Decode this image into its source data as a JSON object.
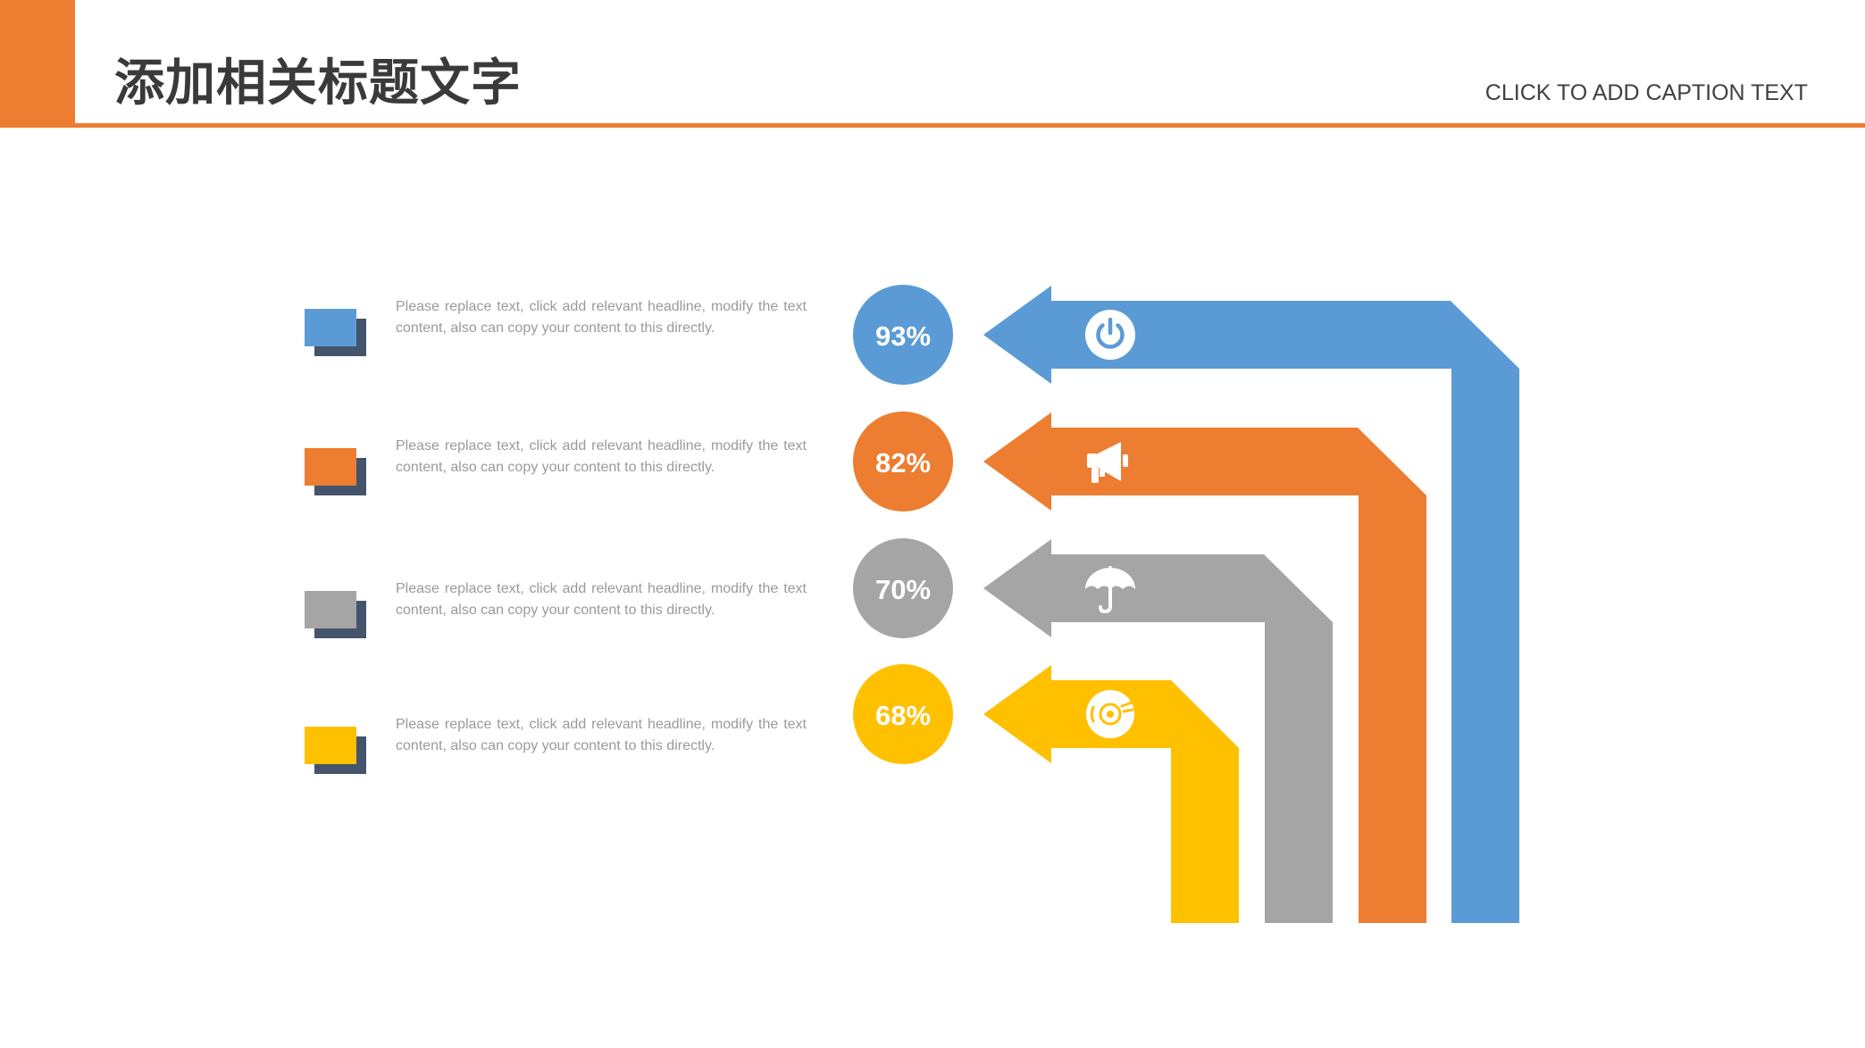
{
  "header": {
    "title": "添加相关标题文字",
    "caption": "CLICK TO ADD CAPTION TEXT",
    "accent_color": "#ED7D31"
  },
  "items": [
    {
      "percent": "93%",
      "color": "#5B9BD5",
      "icon": "power-icon",
      "text": "Please replace text, click add relevant headline, modify the text content, also can copy your content to this directly."
    },
    {
      "percent": "82%",
      "color": "#ED7D31",
      "icon": "megaphone-icon",
      "text": "Please replace text, click add relevant headline, modify the text content, also can copy your content to this directly."
    },
    {
      "percent": "70%",
      "color": "#A5A5A5",
      "icon": "umbrella-icon",
      "text": "Please replace text, click add relevant headline, modify the text content, also can copy your content to this directly."
    },
    {
      "percent": "68%",
      "color": "#FFC000",
      "icon": "disc-icon",
      "text": "Please replace text, click add relevant headline, modify the text content, also can copy your content to this directly."
    }
  ]
}
